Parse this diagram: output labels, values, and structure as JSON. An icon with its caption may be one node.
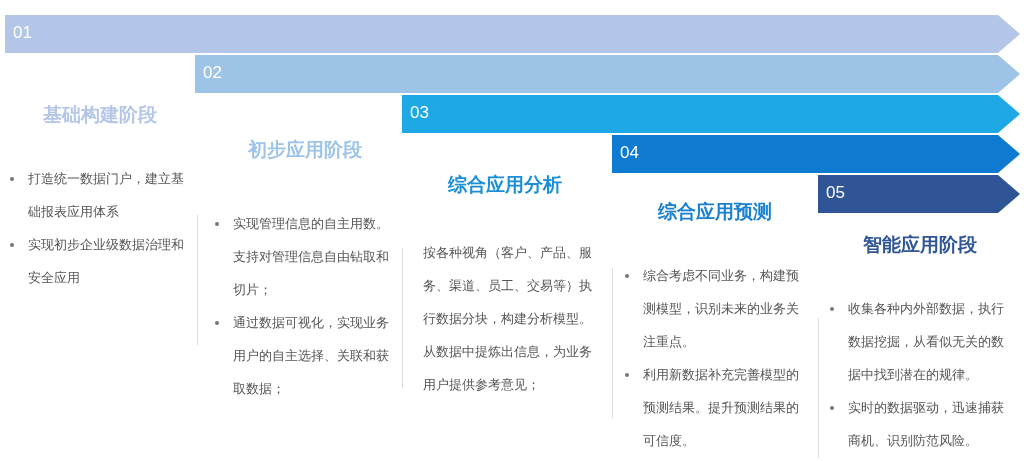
{
  "diagram": {
    "nodes": [
      {
        "text": [
          "01"
        ]
      },
      {
        "text": [
          "02"
        ]
      },
      {
        "text": [
          "03"
        ]
      },
      {
        "text": [
          "04"
        ]
      },
      {
        "text": [
          "05"
        ]
      },
      {
        "text": [
          "基础构建阶段",
          "打造统一数据门户，建立基础报表应用体系",
          "实现初步企业级数据治理和安全应用"
        ]
      },
      {
        "text": [
          "初步应用阶段",
          "实现管理信息的自主用数。支持对管理信息自由钻取和切片；",
          "通过数据可视化，实现业务用户的自主选择、关联和获取数据；"
        ]
      },
      {
        "text": [
          "综合应用分析",
          "按各种视角（客户、产品、服务、渠道、员工、交易等）执行数据分块，构建分析模型。从数据中提炼出信息，为业务用户提供参考意见；"
        ]
      },
      {
        "text": [
          "综合应用预测",
          "综合考虑不同业务，构建预测模型，识别未来的业务关注重点。",
          "利用新数据补充完善模型的预测结果。提升预测结果的可信度。"
        ]
      },
      {
        "text": [
          "智能应用阶段",
          "收集各种内外部数据，执行数据挖掘，从看似无关的数据中找到潜在的规律。",
          "实时的数据驱动，迅速捕获商机、识别防范风险。"
        ]
      }
    ],
    "edges": []
  }
}
